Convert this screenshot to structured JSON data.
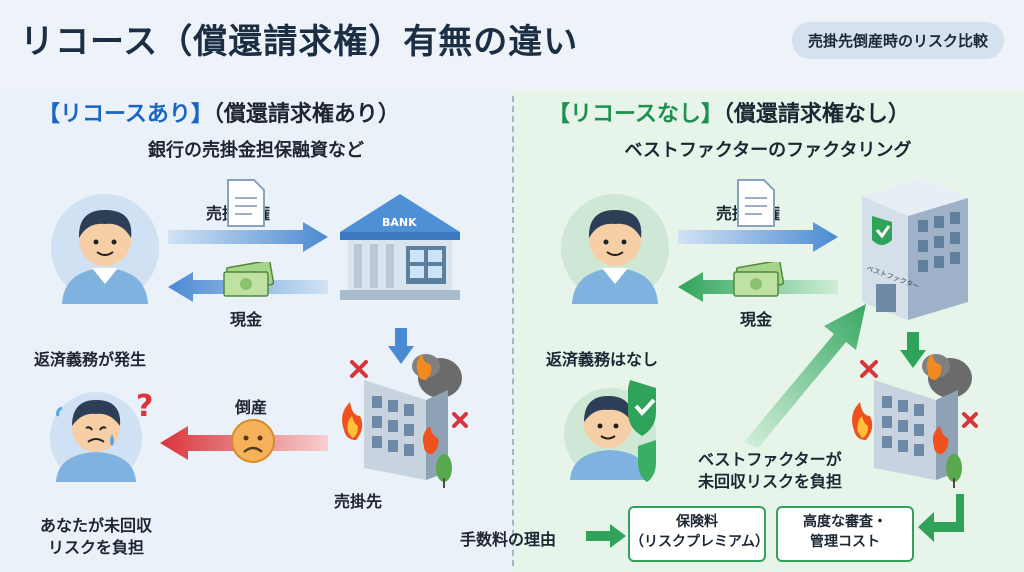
{
  "title": "リコース（償還請求権）有無の違い",
  "badge": "売掛先倒産時のリスク比較",
  "left": {
    "heading_bracket": "【リコースあり】",
    "heading_rest": "（償還請求権あり）",
    "subheading": "銀行の売掛金担保融資など",
    "arrow_top_label": "売掛債権",
    "arrow_bottom_label": "現金",
    "bank_sign": "BANK",
    "obligation": "返済義務が発生",
    "bankrupt_label": "倒産",
    "debtor_label": "売掛先",
    "burden_line1": "あなたが未回収",
    "burden_line2": "リスクを負担"
  },
  "right": {
    "heading_bracket": "【リコースなし】",
    "heading_rest": "（償還請求権なし）",
    "subheading": "ベストファクターのファクタリング",
    "arrow_top_label": "売掛債権",
    "arrow_bottom_label": "現金",
    "building_sign": "ベストファクター",
    "obligation": "返済義務はなし",
    "burden_line1": "ベストファクターが",
    "burden_line2": "未回収リスクを負担",
    "fee_reason": "手数料の理由",
    "box1_line1": "保険料",
    "box1_line2": "（リスクプレミアム）",
    "box2_line1": "高度な審査・",
    "box2_line2": "管理コスト"
  },
  "colors": {
    "blue_accent": "#1a66c4",
    "green_accent": "#1e9151",
    "danger": "#d9343a"
  }
}
